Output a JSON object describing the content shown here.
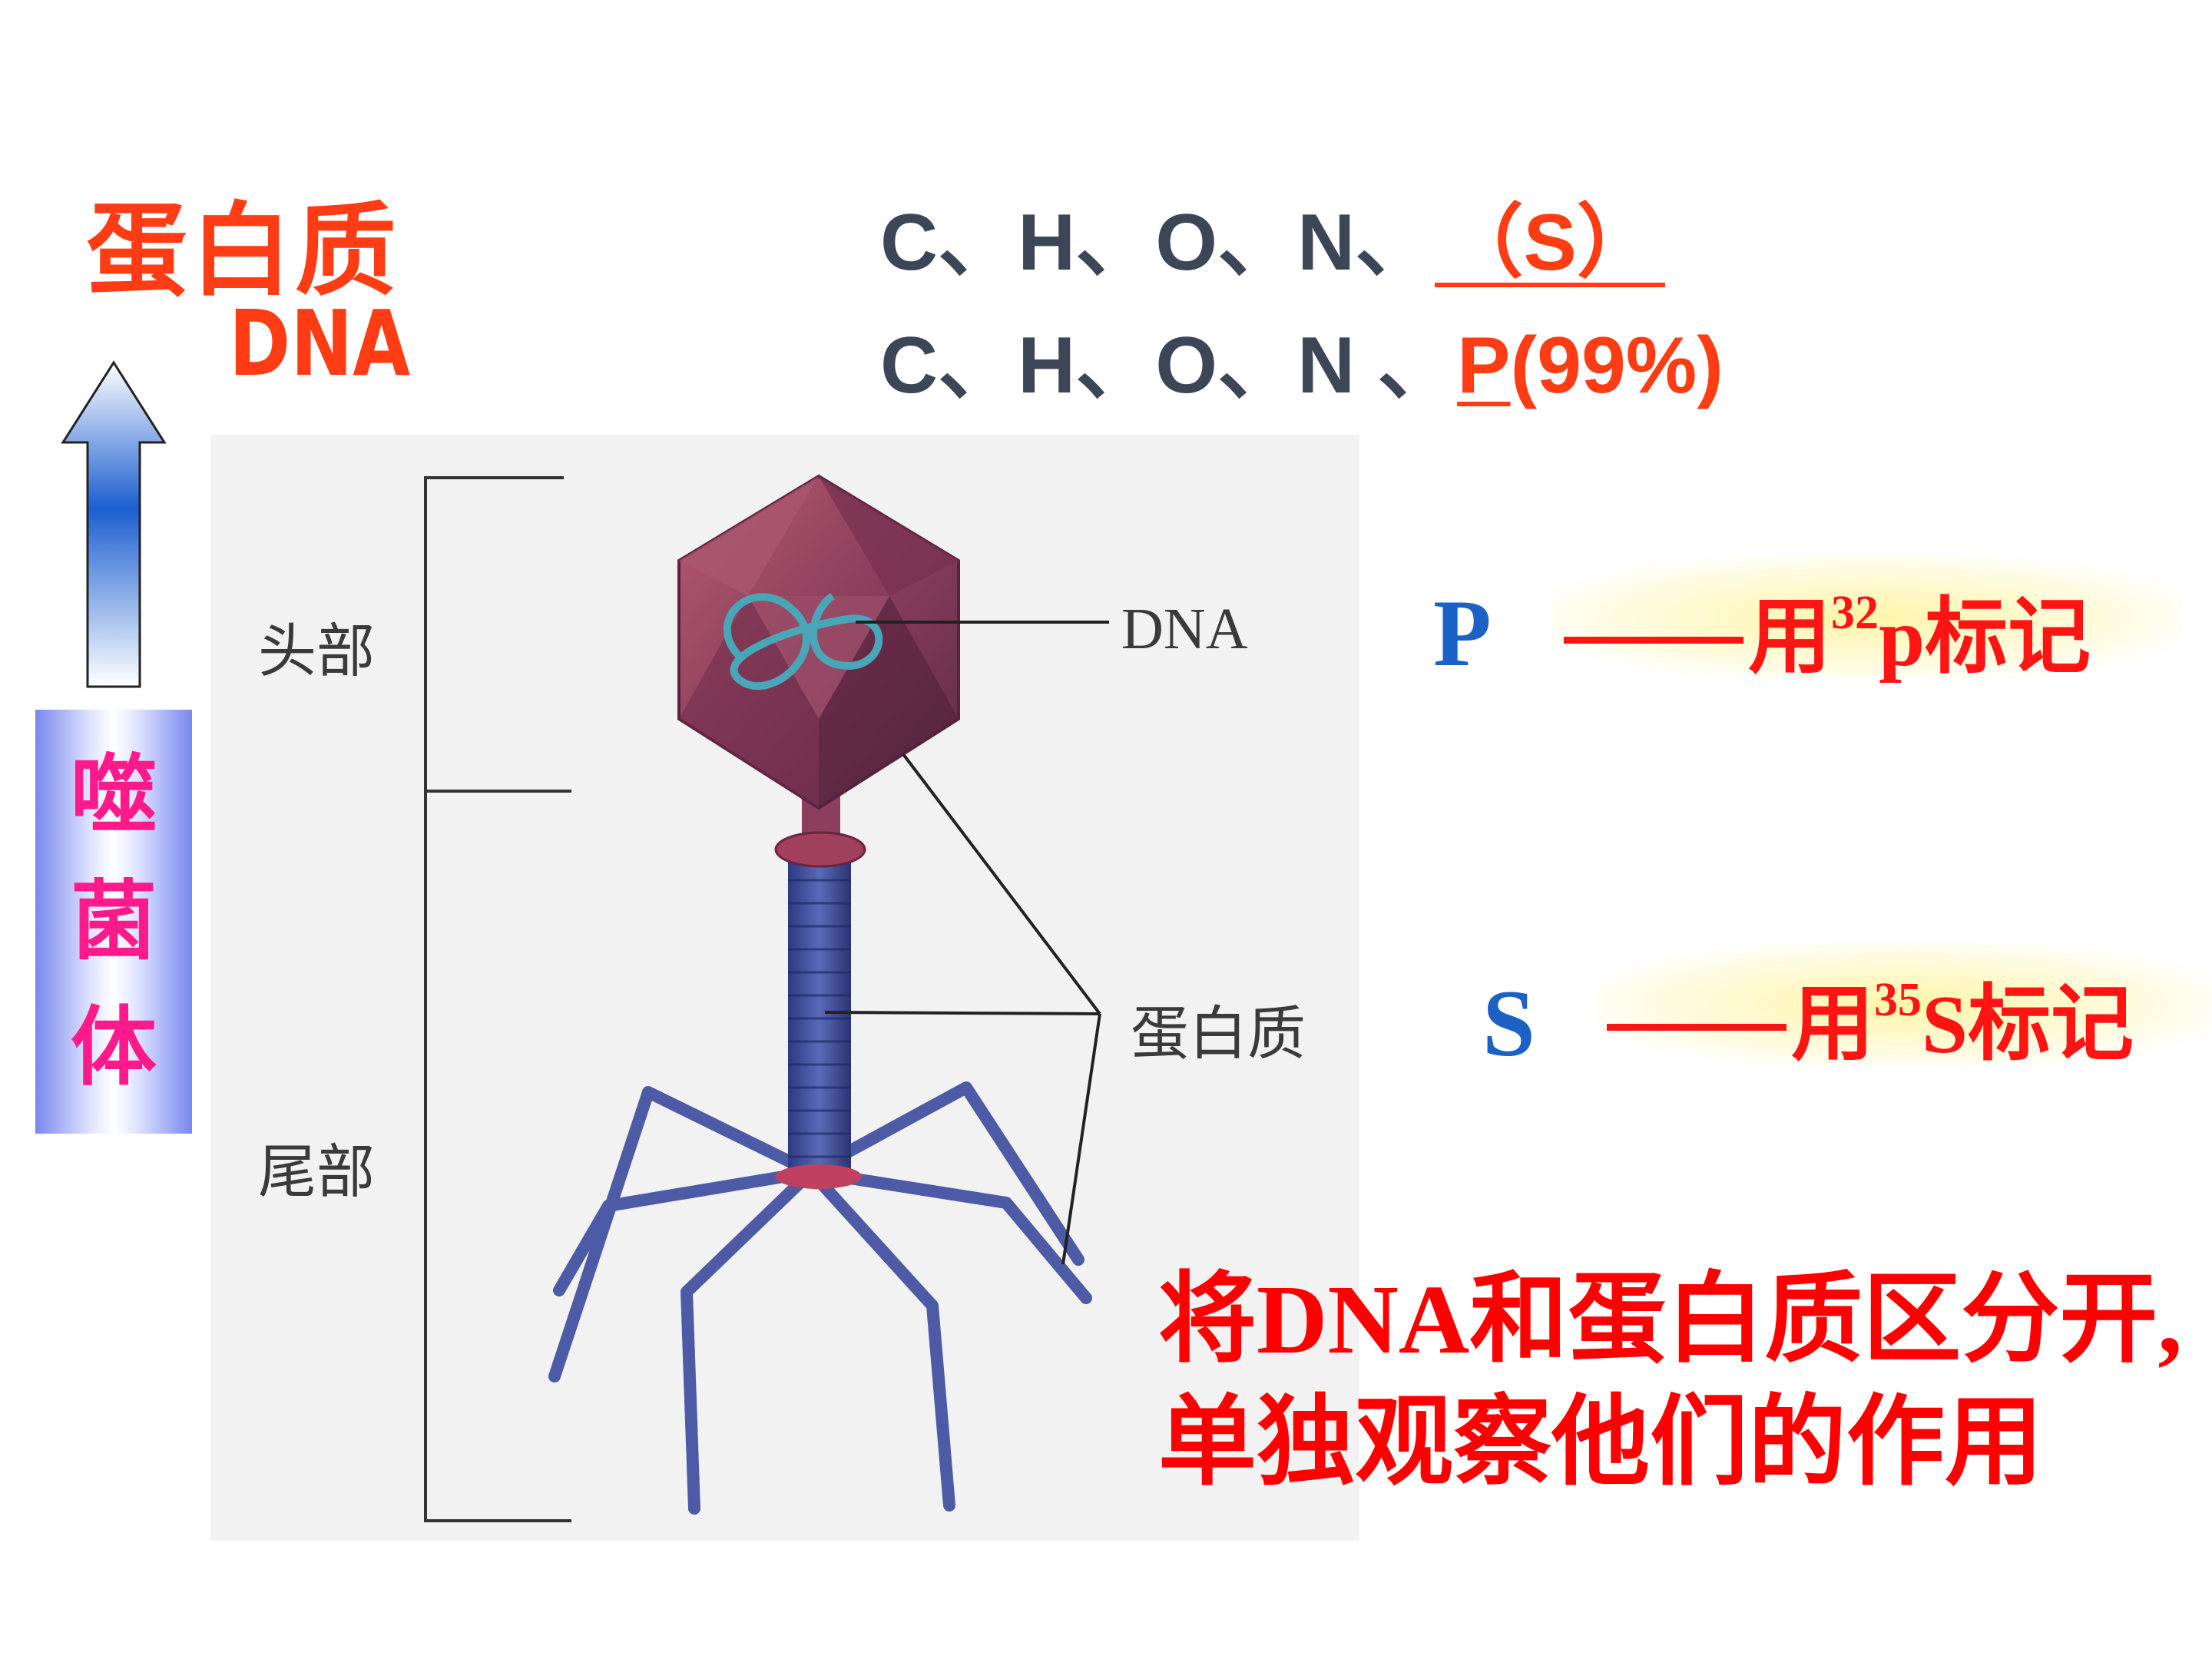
{
  "header": {
    "protein_label": "蛋白质",
    "dna_label": "DNA",
    "protein_elements": "C、H、O、N、",
    "protein_extra": "（S）",
    "dna_elements": "C、H、O、N 、",
    "dna_extra_p": "P",
    "dna_extra_pct": "(99%)"
  },
  "side_banner": {
    "chars": [
      "噬",
      "菌",
      "体"
    ]
  },
  "diagram": {
    "head_label": "头部",
    "tail_label": "尾部",
    "dna_label": "DNA",
    "protein_label": "蛋白质"
  },
  "labels": {
    "p_letter": "P",
    "p_text_prefix": "用",
    "p_isotope": "32",
    "p_text_suffix": "p标记",
    "s_letter": "S",
    "s_text_prefix": "用",
    "s_isotope": "35",
    "s_text_suffix": "S标记"
  },
  "note": {
    "line1": "将DNA和蛋白质区分开,",
    "line2": "单独观察他们的作用"
  },
  "colors": {
    "accent_red": "#ff3c14",
    "element_gray": "#3c4656",
    "letter_blue": "#1b62c4",
    "banner_pink": "#ff1a8c"
  }
}
